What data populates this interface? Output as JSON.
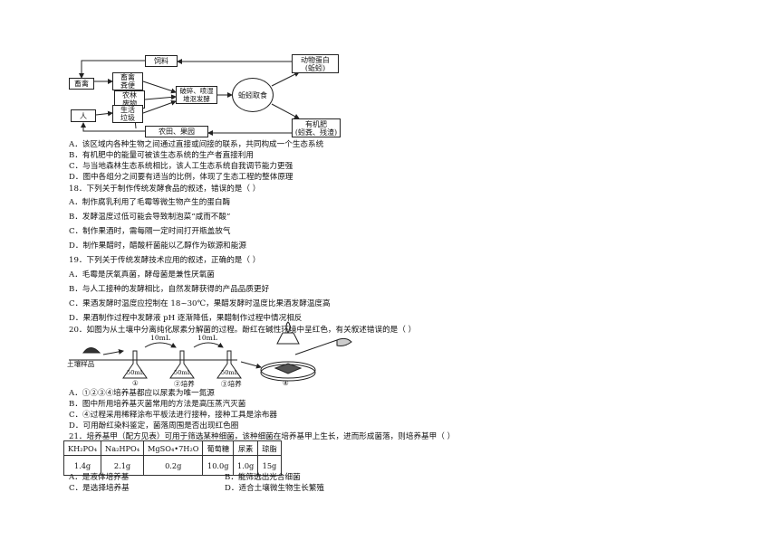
{
  "diagram": {
    "feed": "饲料",
    "livestock": "畜禽",
    "manure": "畜禽\n粪便",
    "crops": "农林\n废物",
    "human": "人",
    "garbage": "生活\n垃圾",
    "process": "破碎、喷湿\n堆沤发酵",
    "earthworm": "蚯蚓取食",
    "protein": "动物蛋白\n(蚯蚓)",
    "fertilizer": "有机肥\n(蚓粪、残渣)",
    "field": "农田、果园"
  },
  "q17_options": [
    "A．该区域内各种生物之间通过直接或间接的联系，共同构成一个生态系统",
    "B．有机肥中的能量可被该生态系统的生产者直接利用",
    "C．与当地森林生态系统相比，该人工生态系统自我调节能力更强",
    "D．图中各组分之间要有适当的比例，体现了生态工程的整体原理"
  ],
  "q18": {
    "stem": "18．下列关于制作传统发酵食品的叙述，错误的是（     ）",
    "options": [
      "A．制作腐乳利用了毛霉等微生物产生的蛋白酶",
      "B．发酵温度过低可能会导致制泡菜“咸而不酸”",
      "C．制作果酒时，需每隔一定时间打开瓶盖放气",
      "D．制作果醋时，醋酸杆菌能以乙醇作为碳源和能源"
    ]
  },
  "q19": {
    "stem": "19．下列关于传统发酵技术应用的叙述，正确的是（        ）",
    "options": [
      "A．毛霉是厌氧真菌，酵母菌是兼性厌氧菌",
      "B．与人工接种的发酵相比，自然发酵获得的产品品质更好",
      "C．果酒发酵时温度应控制在 18~30℃，果醋发酵时温度比果酒发酵温度高",
      "D．果酒制作过程中发酵液 pH 逐渐降低，果醋制作过程中情况相反"
    ]
  },
  "q20": {
    "stem": "20．如图为从土壤中分离纯化尿素分解菌的过程。酚红在碱性环境中呈红色，有关叙述错误的是（     ）",
    "figure": {
      "soil": "土壤样品",
      "transfer1": "10mL",
      "transfer2": "10mL",
      "vol1": "50mL",
      "vol2": "50mL",
      "vol3": "50mL",
      "step1": "①",
      "step2": "②培养",
      "step3": "③培养",
      "step4": "④"
    },
    "options": [
      "A．①②③④培养基都应以尿素为唯一氮源",
      "B．图中所用培养基灭菌常用的方法是高压蒸汽灭菌",
      "C．④过程采用稀释涂布平板法进行接种，接种工具是涂布器",
      "D．可用酚红染料鉴定，菌落周围是否出现红色圈"
    ]
  },
  "q21": {
    "stem": "21．培养基甲（配方见表）可用于筛选某种细菌，该种细菌在培养基甲上生长，进而形成菌落，则培养基甲（     ）",
    "headers": [
      "KH₂PO₄",
      "Na₂HPO₄",
      "MgSO₄•7H₂O",
      "葡萄糖",
      "尿素",
      "琼脂"
    ],
    "values": [
      "1.4g",
      "2.1g",
      "0.2g",
      "10.0g",
      "1.0g",
      "15g"
    ],
    "options": {
      "a": "A．是液体培养基",
      "b": "B．能筛选出光合细菌",
      "c": "C．是选择培养基",
      "d": "D．适合土壤微生物生长繁殖"
    }
  }
}
